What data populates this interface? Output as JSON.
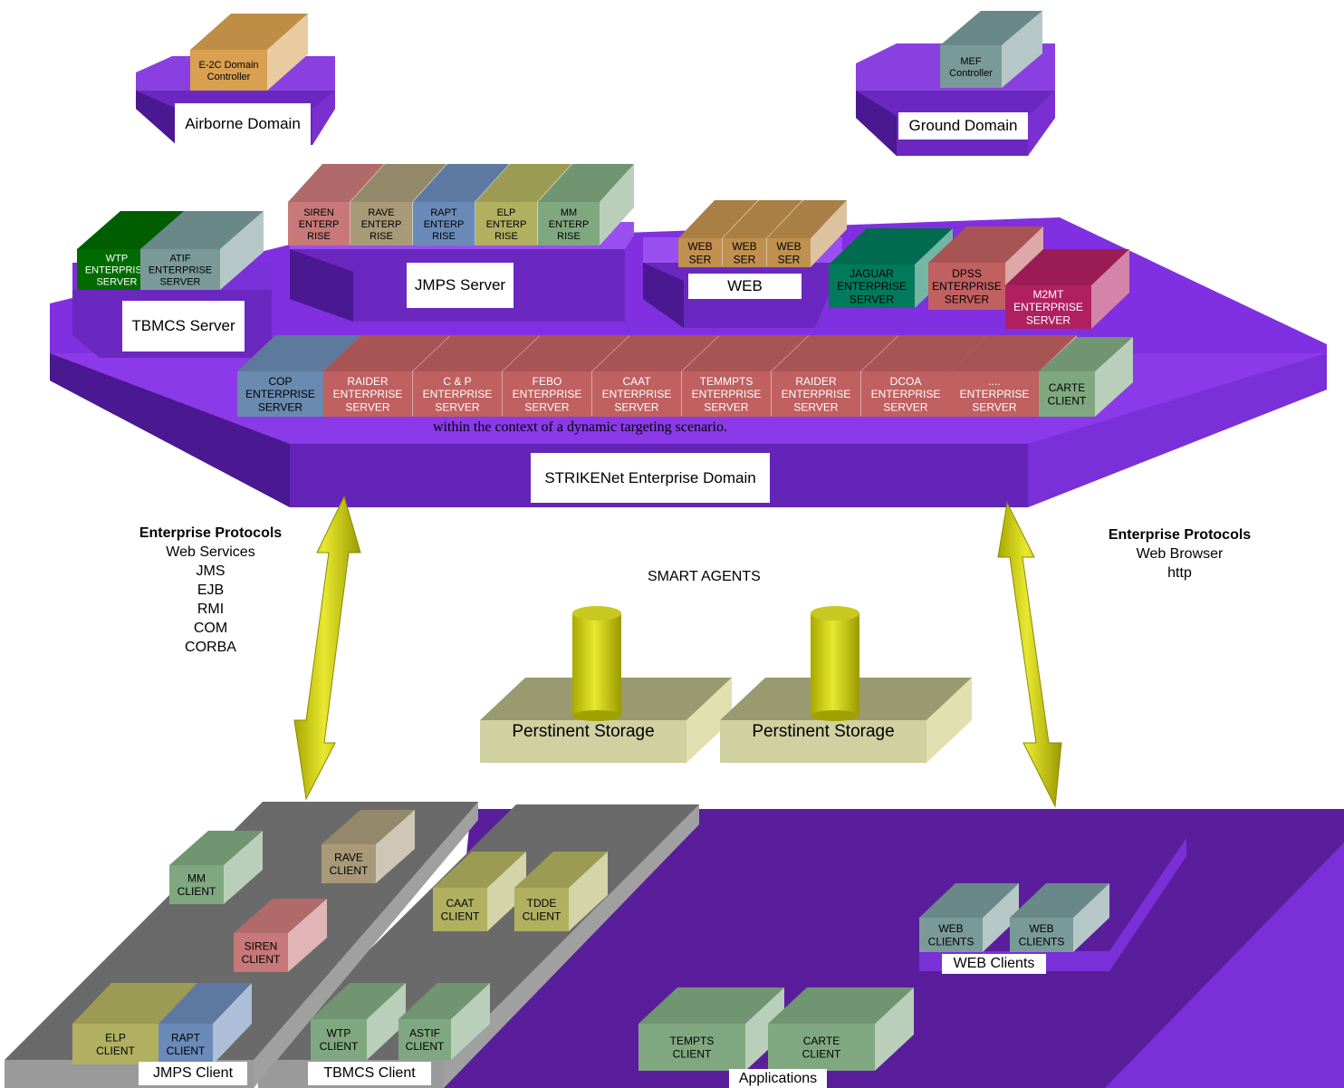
{
  "domains": {
    "airborne": {
      "label": "Airborne Domain",
      "controller": [
        "E-2C Domain",
        "Controller"
      ]
    },
    "ground": {
      "label": "Ground Domain",
      "controller": [
        "MEF",
        "Controller"
      ]
    },
    "enterprise": {
      "label": "STRIKENet Enterprise Domain",
      "caption": "within the context of a dynamic targeting scenario."
    }
  },
  "server_groups": {
    "tbmcs": {
      "label": "TBMCS Server"
    },
    "jmps": {
      "label": "JMPS Server"
    },
    "web": {
      "label": "WEB"
    }
  },
  "servers": [
    {
      "id": "wtp",
      "lines": [
        "WTP",
        "ENTERPRISE",
        "SERVER"
      ],
      "color": "#006b00"
    },
    {
      "id": "atif",
      "lines": [
        "ATIF",
        "ENTERPRISE",
        "SERVER"
      ],
      "color": "#7a9a9a"
    },
    {
      "id": "siren",
      "lines": [
        "SIREN",
        "ENTERP",
        "RISE"
      ],
      "color": "#c87878"
    },
    {
      "id": "rave",
      "lines": [
        "RAVE",
        "ENTERP",
        "RISE"
      ],
      "color": "#a89a78"
    },
    {
      "id": "rapt",
      "lines": [
        "RAPT",
        "ENTERP",
        "RISE"
      ],
      "color": "#6a8ab8"
    },
    {
      "id": "elp",
      "lines": [
        "ELP",
        "ENTERP",
        "RISE"
      ],
      "color": "#b0b060"
    },
    {
      "id": "mm",
      "lines": [
        "MM",
        "ENTERP",
        "RISE"
      ],
      "color": "#80a880"
    },
    {
      "id": "web1",
      "lines": [
        "WEB",
        "SER"
      ],
      "color": "#c09050"
    },
    {
      "id": "web2",
      "lines": [
        "WEB",
        "SER"
      ],
      "color": "#c09050"
    },
    {
      "id": "web3",
      "lines": [
        "WEB",
        "SER"
      ],
      "color": "#c09050"
    },
    {
      "id": "jaguar",
      "lines": [
        "JAGUAR",
        "ENTERPRISE",
        "SERVER"
      ],
      "color": "#007a5a"
    },
    {
      "id": "dpss",
      "lines": [
        "DPSS",
        "ENTERPRISE",
        "SERVER"
      ],
      "color": "#c06060"
    },
    {
      "id": "m2mt",
      "lines": [
        "M2MT",
        "ENTERPRISE",
        "SERVER"
      ],
      "color": "#b02060"
    },
    {
      "id": "cop",
      "lines": [
        "COP",
        "ENTERPRISE",
        "SERVER"
      ],
      "color": "#6a8ab0"
    },
    {
      "id": "raider1",
      "lines": [
        "RAIDER",
        "ENTERPRISE",
        "SERVER"
      ],
      "color": "#c06060"
    },
    {
      "id": "cp",
      "lines": [
        "C & P",
        "ENTERPRISE",
        "SERVER"
      ],
      "color": "#c06060"
    },
    {
      "id": "febo",
      "lines": [
        "FEBO",
        "ENTERPRISE",
        "SERVER"
      ],
      "color": "#c06060"
    },
    {
      "id": "caat",
      "lines": [
        "CAAT",
        "ENTERPRISE",
        "SERVER"
      ],
      "color": "#c06060"
    },
    {
      "id": "temmpts",
      "lines": [
        "TEMMPTS",
        "ENTERPRISE",
        "SERVER"
      ],
      "color": "#c06060"
    },
    {
      "id": "raider2",
      "lines": [
        "RAIDER",
        "ENTERPRISE",
        "SERVER"
      ],
      "color": "#c06060"
    },
    {
      "id": "dcoa",
      "lines": [
        "DCOA",
        "ENTERPRISE",
        "SERVER"
      ],
      "color": "#c06060"
    },
    {
      "id": "more",
      "lines": [
        "....",
        "ENTERPRISE",
        "SERVER"
      ],
      "color": "#c06060"
    },
    {
      "id": "carte",
      "lines": [
        "CARTE",
        "CLIENT"
      ],
      "color": "#80a880"
    }
  ],
  "protocols_left": {
    "title": "Enterprise Protocols",
    "items": [
      "Web Services",
      "JMS",
      "EJB",
      "RMI",
      "COM",
      "CORBA"
    ]
  },
  "protocols_right": {
    "title": "Enterprise Protocols",
    "items": [
      "Web Browser",
      "http"
    ]
  },
  "smart_agents": "SMART AGENTS",
  "storage": [
    {
      "label": "Perstinent Storage"
    },
    {
      "label": "Perstinent Storage"
    }
  ],
  "client_groups": {
    "jmps": {
      "label": "JMPS Client"
    },
    "tbmcs": {
      "label": "TBMCS Client"
    },
    "applications": {
      "label": "Applications"
    },
    "web": {
      "label": "WEB Clients"
    }
  },
  "clients": [
    {
      "id": "mm-client",
      "lines": [
        "MM",
        "CLIENT"
      ],
      "color": "#80a880"
    },
    {
      "id": "rave-client",
      "lines": [
        "RAVE",
        "CLIENT"
      ],
      "color": "#a89a78"
    },
    {
      "id": "siren-client",
      "lines": [
        "SIREN",
        "CLIENT"
      ],
      "color": "#c87878"
    },
    {
      "id": "elp-client",
      "lines": [
        "ELP",
        "CLIENT"
      ],
      "color": "#b0b060"
    },
    {
      "id": "rapt-client",
      "lines": [
        "RAPT",
        "CLIENT"
      ],
      "color": "#6a8ab8"
    },
    {
      "id": "caat-client",
      "lines": [
        "CAAT",
        "CLIENT"
      ],
      "color": "#b0b060"
    },
    {
      "id": "tdde-client",
      "lines": [
        "TDDE",
        "CLIENT"
      ],
      "color": "#b0b060"
    },
    {
      "id": "wtp-client",
      "lines": [
        "WTP",
        "CLIENT"
      ],
      "color": "#80a880"
    },
    {
      "id": "astif-client",
      "lines": [
        "ASTIF",
        "CLIENT"
      ],
      "color": "#80a880"
    },
    {
      "id": "web-client-1",
      "lines": [
        "WEB",
        "CLIENTS"
      ],
      "color": "#7a9a9a"
    },
    {
      "id": "web-client-2",
      "lines": [
        "WEB",
        "CLIENTS"
      ],
      "color": "#7a9a9a"
    },
    {
      "id": "tempts-client",
      "lines": [
        "TEMPTS",
        "CLIENT"
      ],
      "color": "#80a880"
    },
    {
      "id": "carte-client",
      "lines": [
        "CARTE",
        "CLIENT"
      ],
      "color": "#80a880"
    }
  ]
}
